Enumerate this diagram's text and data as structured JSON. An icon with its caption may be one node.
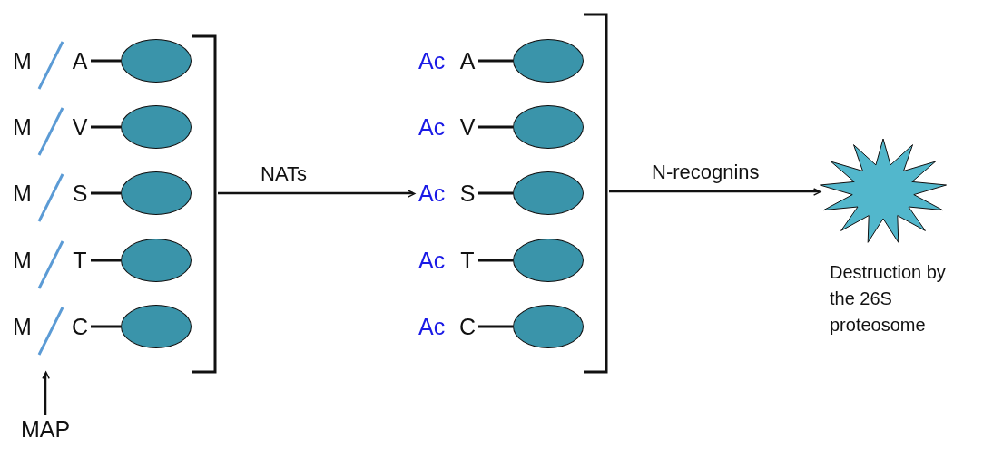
{
  "diagram": {
    "nodes": [
      {
        "text": [],
        "shape": "bracket"
      },
      {
        "text": [
          "A"
        ],
        "in": 0
      },
      {
        "text": [
          "V"
        ],
        "in": 0
      },
      {
        "text": [
          "S"
        ],
        "in": 0
      },
      {
        "text": [
          "T"
        ],
        "in": 0
      },
      {
        "text": [
          "C"
        ],
        "in": 0
      },
      {
        "text": [],
        "shape": "ellipse",
        "in": 0
      },
      {
        "text": [],
        "shape": "ellipse",
        "in": 0
      },
      {
        "text": [],
        "shape": "ellipse",
        "in": 0
      },
      {
        "text": [],
        "shape": "ellipse",
        "in": 0
      },
      {
        "text": [],
        "shape": "ellipse",
        "in": 0
      },
      {
        "text": [],
        "shape": "bracket"
      },
      {
        "text": [
          "A"
        ],
        "in": 11
      },
      {
        "text": [
          "V"
        ],
        "in": 11
      },
      {
        "text": [
          "S"
        ],
        "in": 11
      },
      {
        "text": [
          "T"
        ],
        "in": 11
      },
      {
        "text": [
          "C"
        ],
        "in": 11
      },
      {
        "text": [],
        "shape": "ellipse",
        "in": 11
      },
      {
        "text": [],
        "shape": "ellipse",
        "in": 11
      },
      {
        "text": [],
        "shape": "ellipse",
        "in": 11
      },
      {
        "text": [],
        "shape": "ellipse",
        "in": 11
      },
      {
        "text": [],
        "shape": "ellipse",
        "in": 11
      },
      {
        "text": [],
        "shape": "star",
        "beside": [
          "Destruction by the 26S proteosome"
        ]
      },
      {
        "text": [
          "MAP"
        ]
      }
    ],
    "edges": [
      {
        "from": 1,
        "to": 6,
        "arrow": "none"
      },
      {
        "from": 2,
        "to": 7,
        "arrow": "none"
      },
      {
        "from": 3,
        "to": 8,
        "arrow": "none"
      },
      {
        "from": 4,
        "to": 9,
        "arrow": "none"
      },
      {
        "from": 5,
        "to": 10,
        "arrow": "none"
      },
      {
        "from": 12,
        "to": 17,
        "arrow": "none"
      },
      {
        "from": 13,
        "to": 18,
        "arrow": "none"
      },
      {
        "from": 14,
        "to": 19,
        "arrow": "none"
      },
      {
        "from": 15,
        "to": 20,
        "arrow": "none"
      },
      {
        "from": 16,
        "to": 21,
        "arrow": "none"
      },
      {
        "from": 0,
        "to": 11,
        "label": "NATs",
        "arrow": "to"
      },
      {
        "from": 11,
        "to": 22,
        "label": "N-recognins",
        "arrow": "to"
      },
      {
        "from": 23,
        "to": 0,
        "arrow": "to"
      }
    ],
    "labels": [
      "M",
      "M",
      "M",
      "M",
      "M",
      "Ac",
      "Ac",
      "Ac",
      "Ac",
      "Ac"
    ]
  }
}
